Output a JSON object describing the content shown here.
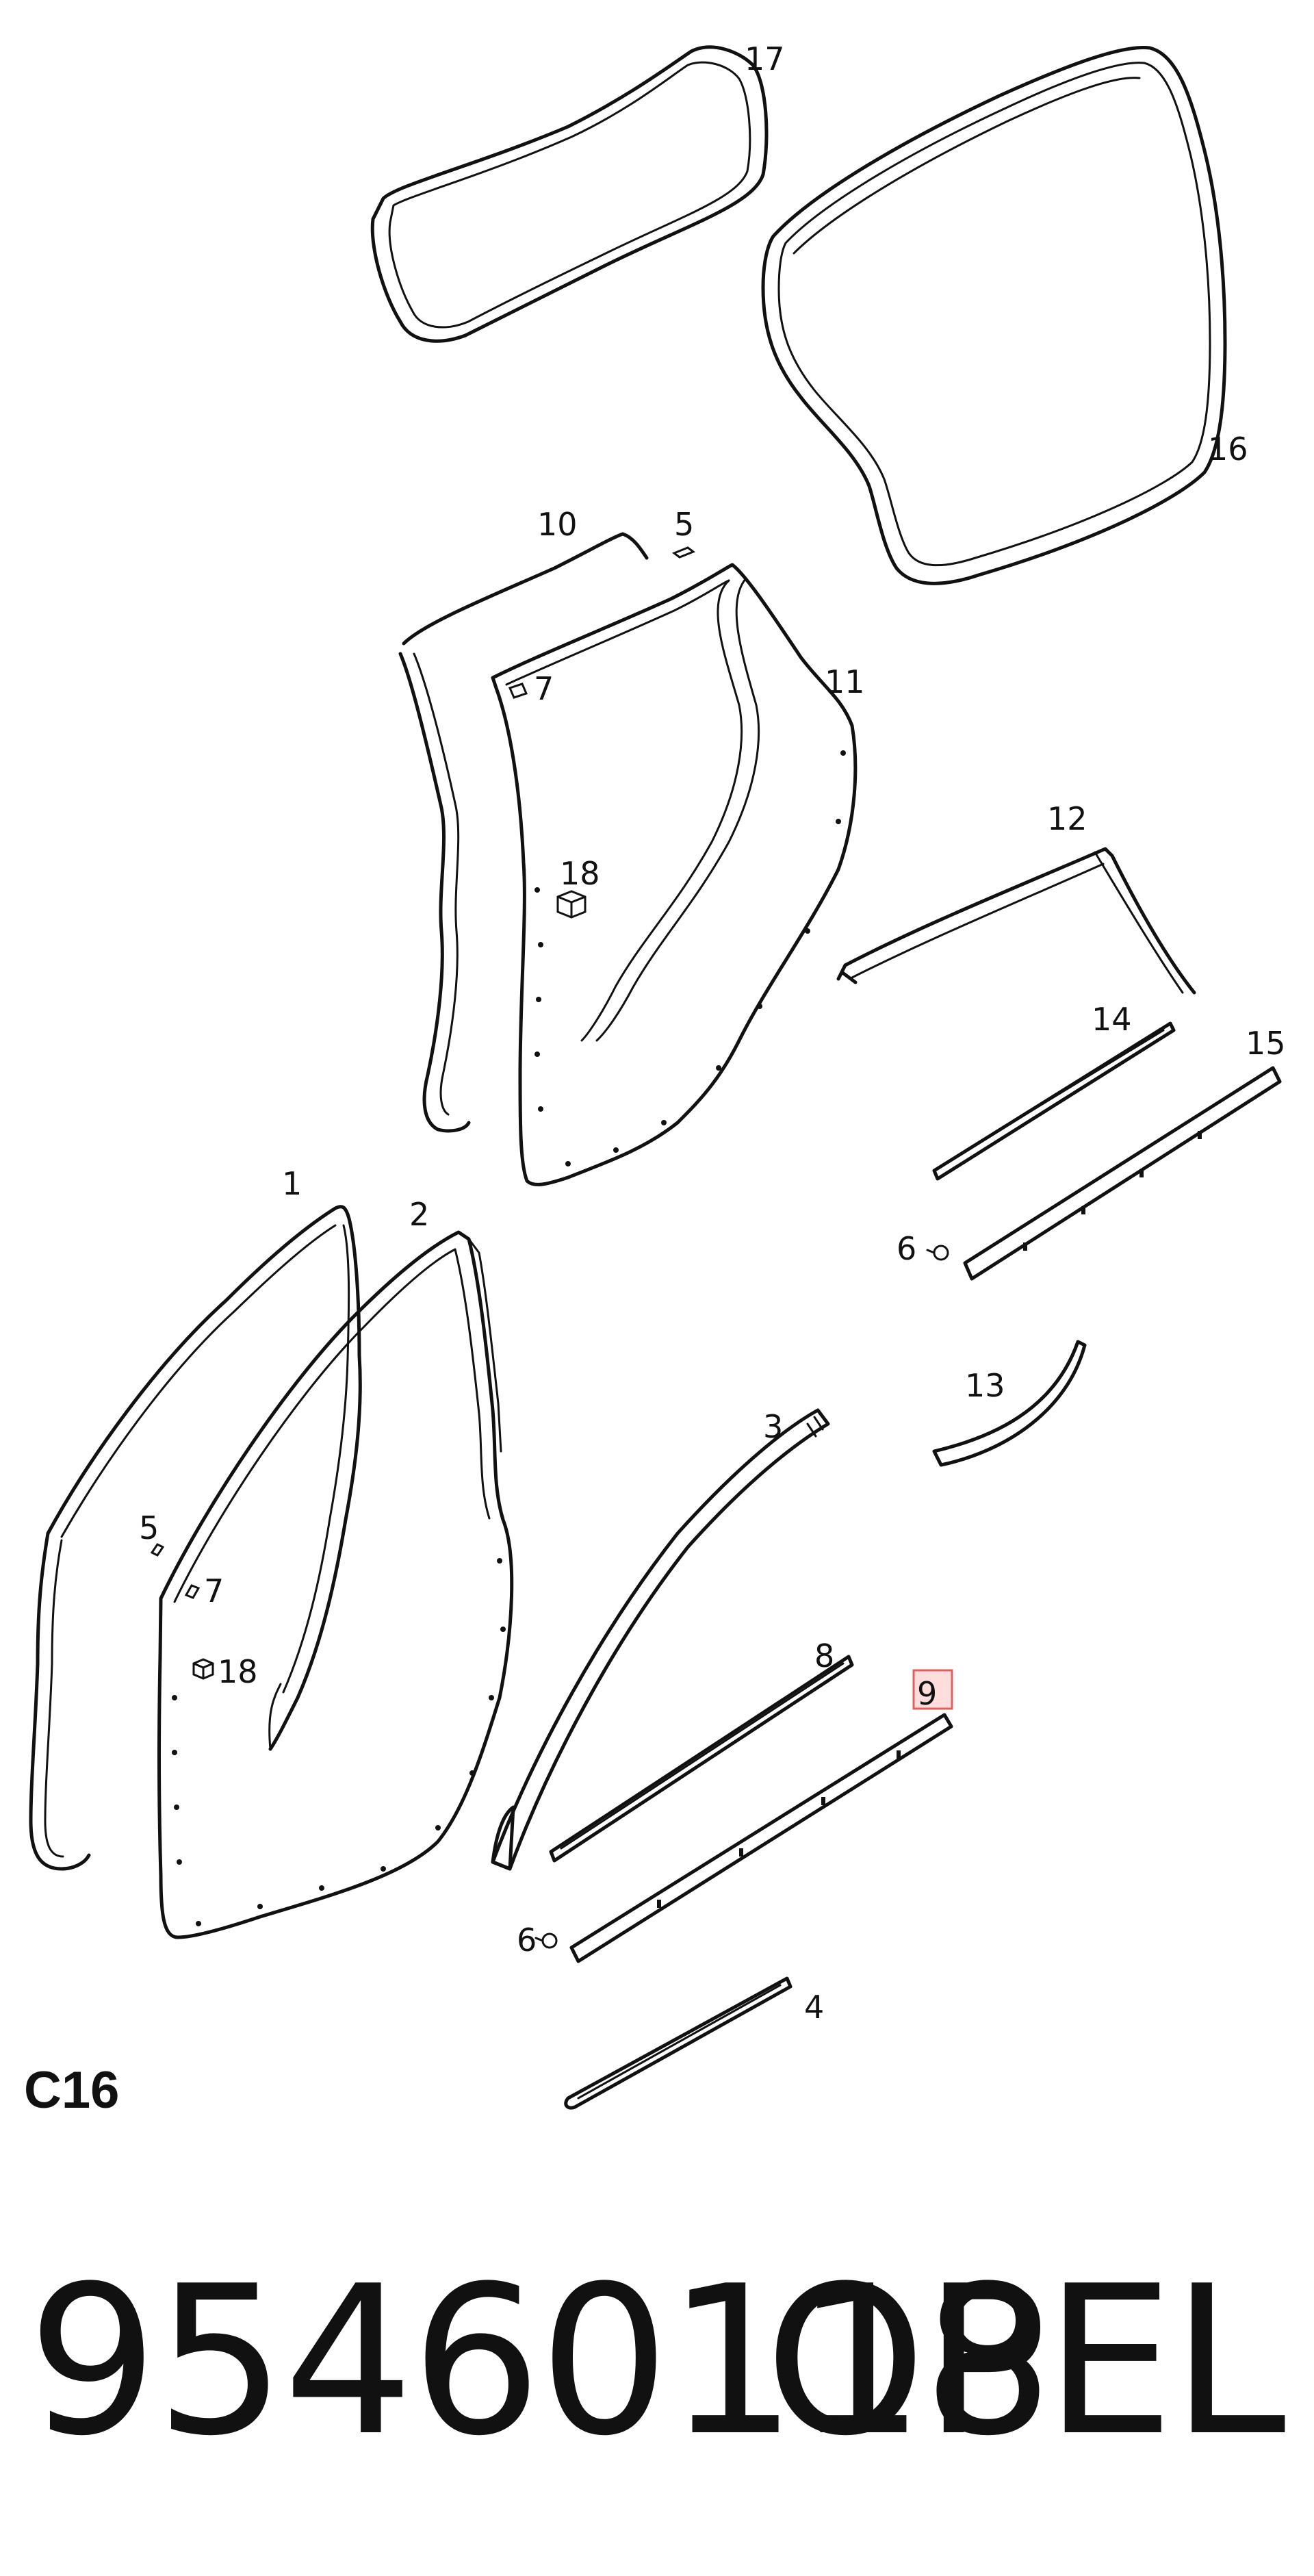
{
  "diagram": {
    "callouts": [
      "17",
      "16",
      "10",
      "5",
      "7",
      "11",
      "18",
      "12",
      "14",
      "15",
      "6",
      "13",
      "1",
      "2",
      "5",
      "7",
      "18",
      "3",
      "8",
      "9",
      "6",
      "4"
    ]
  },
  "section_code": "C16",
  "footer": {
    "part_number": "95460118",
    "brand": "OPEL"
  }
}
